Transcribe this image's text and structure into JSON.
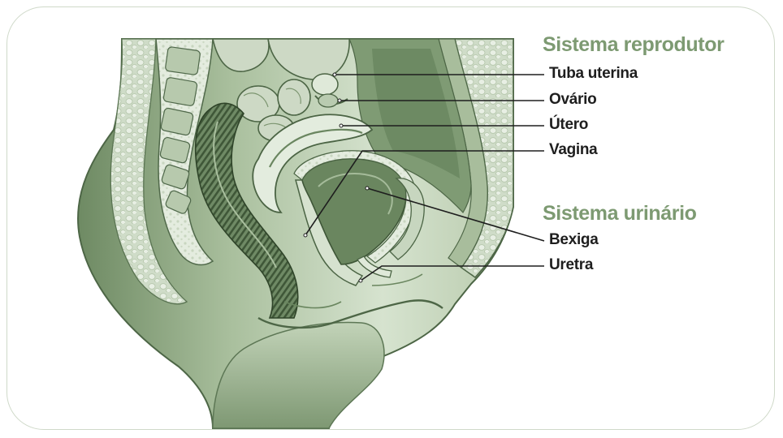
{
  "colors": {
    "title_green": "#7d9a72",
    "label_text": "#1e1e1e",
    "tissue_dark": "#556e4d",
    "tissue_mid": "#9bb290",
    "tissue_light": "#dde8d6",
    "frame_border": "#cfd9c9"
  },
  "groups": {
    "reproductive": {
      "title": "Sistema reprodutor",
      "labels": [
        "Tuba uterina",
        "Ovário",
        "Útero",
        "Vagina"
      ]
    },
    "urinary": {
      "title": "Sistema urinário",
      "labels": [
        "Bexiga",
        "Uretra"
      ]
    }
  }
}
